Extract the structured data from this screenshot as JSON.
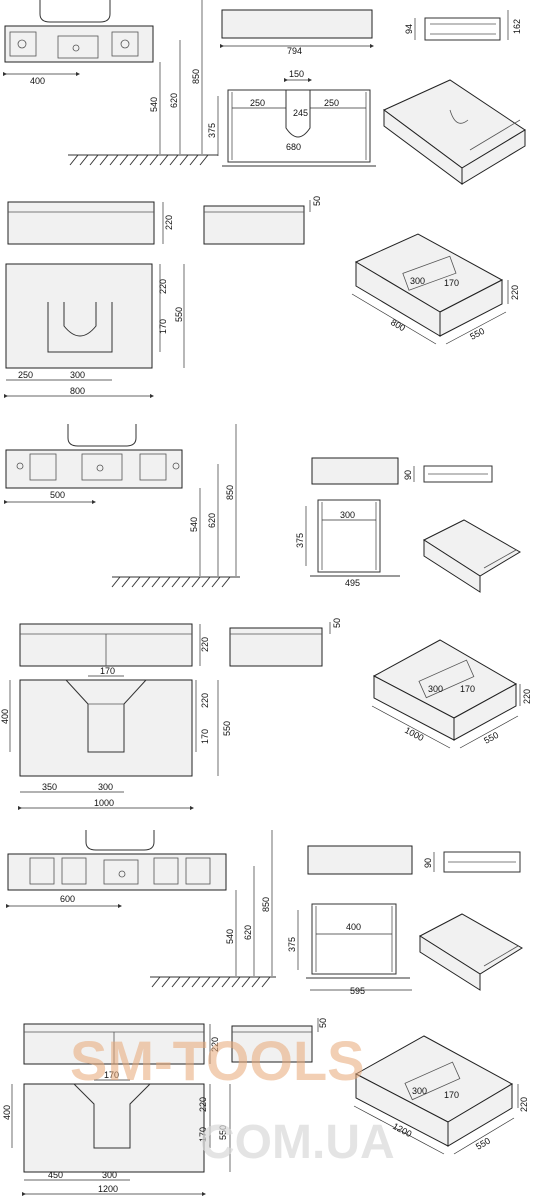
{
  "section800": {
    "wall": {
      "w400": "400",
      "h540": "540",
      "h620": "620",
      "h850": "850"
    },
    "front": {
      "w794": "794",
      "h94": "94",
      "h162": "162"
    },
    "drawerBack": {
      "w150": "150",
      "w250a": "250",
      "w245": "245",
      "w250b": "250",
      "h375": "375",
      "w680": "680"
    },
    "side": {
      "h220": "220",
      "h50": "50"
    },
    "plan": {
      "h220": "220",
      "h170": "170",
      "h550": "550",
      "w250": "250",
      "w300": "300",
      "w800": "800"
    },
    "iso": {
      "w300": "300",
      "w170": "170",
      "w800": "800",
      "w550": "550",
      "h220": "220"
    }
  },
  "section1000": {
    "wall": {
      "w500": "500",
      "h540": "540",
      "h620": "620",
      "h850": "850"
    },
    "front": {
      "h90": "90"
    },
    "drawer": {
      "w300": "300",
      "h375": "375",
      "w495": "495"
    },
    "side": {
      "h220": "220",
      "h50": "50"
    },
    "plan": {
      "w170": "170",
      "h400": "400",
      "h220": "220",
      "h170": "170",
      "h550": "550",
      "w350": "350",
      "w300": "300",
      "w1000": "1000"
    },
    "iso": {
      "w300": "300",
      "w170": "170",
      "w1000": "1000",
      "w550": "550",
      "h220": "220"
    }
  },
  "section1200": {
    "wall": {
      "w600": "600",
      "h540": "540",
      "h620": "620",
      "h850": "850"
    },
    "front": {
      "h90": "90"
    },
    "drawer": {
      "w400": "400",
      "h375": "375",
      "w595": "595"
    },
    "side": {
      "h220": "220",
      "h50": "50"
    },
    "plan": {
      "w170": "170",
      "h400": "400",
      "h220": "220",
      "h170": "170",
      "h550": "550",
      "w450": "450",
      "w300": "300",
      "w1200": "1200"
    },
    "iso": {
      "w300": "300",
      "w170": "170",
      "w1200": "1200",
      "w550": "550",
      "h220": "220"
    }
  },
  "watermark": {
    "line1": "SM-TOOLS",
    "line2": "COM.UA"
  }
}
